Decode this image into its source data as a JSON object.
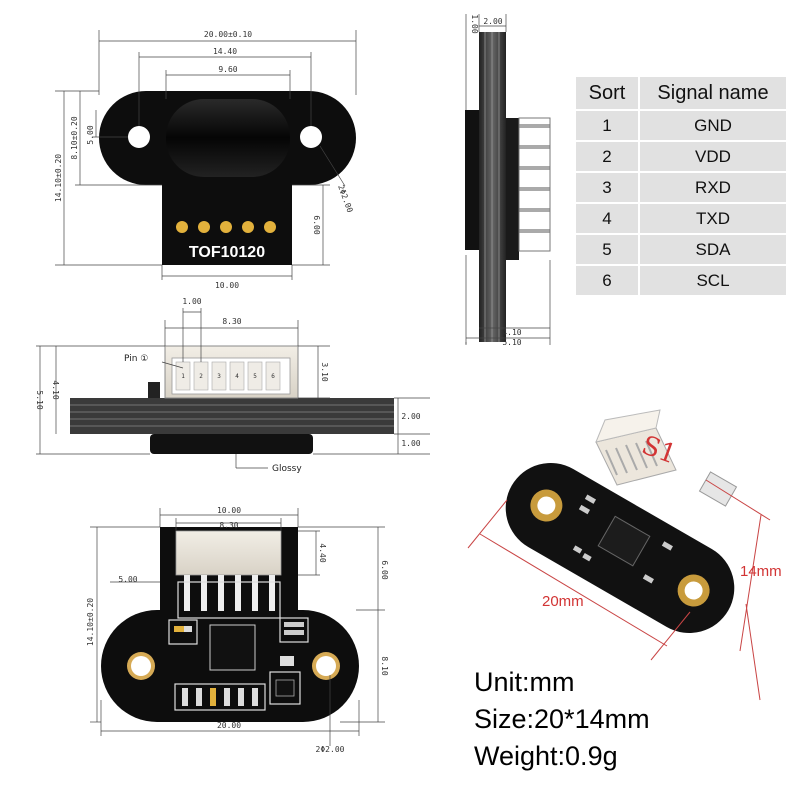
{
  "top_view": {
    "dims": {
      "width_total": "20.00±0.10",
      "hole_span": "14.40",
      "lens_width": "9.60",
      "body_height": "14.10±0.20",
      "ear_height": "8.10±0.20",
      "hole_offset": "5.00",
      "hole_dia": "2Φ2.00",
      "tab_height": "6.00",
      "tab_width": "10.00"
    },
    "board_label": "TOF10120"
  },
  "side_view": {
    "dims": {
      "top": "1.00",
      "thickness": "2.00",
      "depth1": "4.10",
      "depth2": "5.10"
    }
  },
  "front_view": {
    "dims": {
      "pitch": "1.00",
      "connector_width": "8.30",
      "connector_height": "3.10",
      "total_height": "5.10",
      "mid_height": "4.10",
      "board_thickness": "2.00",
      "lens_height": "1.00"
    },
    "pin_label": "Pin ①",
    "pin_numbers": [
      "1",
      "2",
      "3",
      "4",
      "5",
      "6"
    ],
    "glossy_label": "Glossy"
  },
  "bottom_view": {
    "dims": {
      "tab_width": "10.00",
      "connector_width": "8.30",
      "offset": "5.00",
      "connector_height": "4.40",
      "upper_height": "6.00",
      "body_height": "14.10±0.20",
      "lower_height": "8.10",
      "total_width": "20.00",
      "hole_dia": "2Φ2.00"
    }
  },
  "photo": {
    "width_label": "20mm",
    "height_label": "14mm",
    "marker": "S1"
  },
  "pin_table": {
    "headers": [
      "Sort",
      "Signal name"
    ],
    "rows": [
      {
        "sort": "1",
        "signal": "GND"
      },
      {
        "sort": "2",
        "signal": "VDD"
      },
      {
        "sort": "3",
        "signal": "RXD"
      },
      {
        "sort": "4",
        "signal": "TXD"
      },
      {
        "sort": "5",
        "signal": "SDA"
      },
      {
        "sort": "6",
        "signal": "SCL"
      }
    ]
  },
  "specs": {
    "unit": "Unit:mm",
    "size": "Size:20*14mm",
    "weight": "Weight:0.9g"
  }
}
